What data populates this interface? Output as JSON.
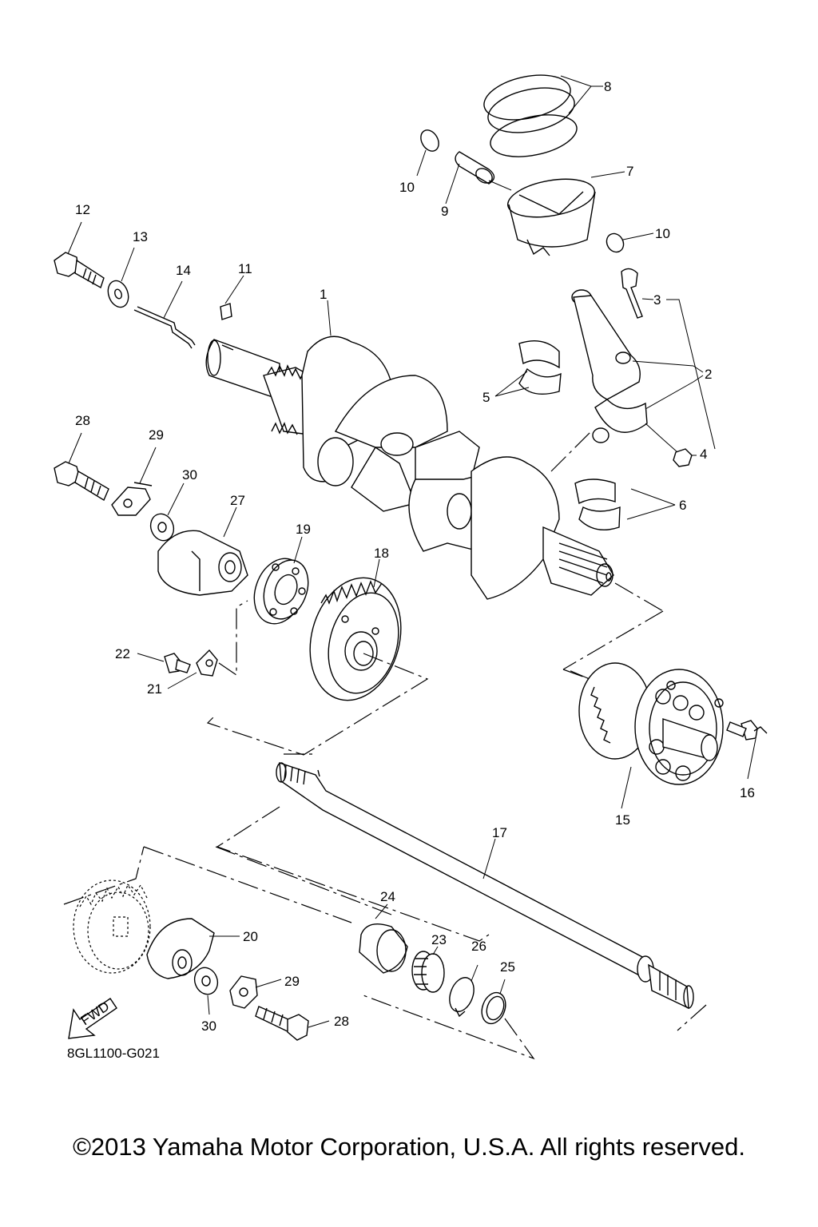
{
  "diagram_code": "8GL1100-G021",
  "fwd_label": "FWD",
  "copyright": "©2013 Yamaha Motor Corporation, U.S.A. All rights reserved.",
  "labels": [
    {
      "id": "1",
      "text": "1"
    },
    {
      "id": "2",
      "text": "2"
    },
    {
      "id": "3",
      "text": "3"
    },
    {
      "id": "4",
      "text": "4"
    },
    {
      "id": "5",
      "text": "5"
    },
    {
      "id": "6",
      "text": "6"
    },
    {
      "id": "7",
      "text": "7"
    },
    {
      "id": "8",
      "text": "8"
    },
    {
      "id": "9",
      "text": "9"
    },
    {
      "id": "10a",
      "text": "10"
    },
    {
      "id": "10b",
      "text": "10"
    },
    {
      "id": "11",
      "text": "11"
    },
    {
      "id": "12",
      "text": "12"
    },
    {
      "id": "13",
      "text": "13"
    },
    {
      "id": "14",
      "text": "14"
    },
    {
      "id": "15",
      "text": "15"
    },
    {
      "id": "16",
      "text": "16"
    },
    {
      "id": "17",
      "text": "17"
    },
    {
      "id": "18",
      "text": "18"
    },
    {
      "id": "19",
      "text": "19"
    },
    {
      "id": "20",
      "text": "20"
    },
    {
      "id": "21",
      "text": "21"
    },
    {
      "id": "22",
      "text": "22"
    },
    {
      "id": "23",
      "text": "23"
    },
    {
      "id": "24",
      "text": "24"
    },
    {
      "id": "25",
      "text": "25"
    },
    {
      "id": "26",
      "text": "26"
    },
    {
      "id": "27",
      "text": "27"
    },
    {
      "id": "28a",
      "text": "28"
    },
    {
      "id": "28b",
      "text": "28"
    },
    {
      "id": "29a",
      "text": "29"
    },
    {
      "id": "29b",
      "text": "29"
    },
    {
      "id": "30a",
      "text": "30"
    },
    {
      "id": "30b",
      "text": "30"
    }
  ]
}
